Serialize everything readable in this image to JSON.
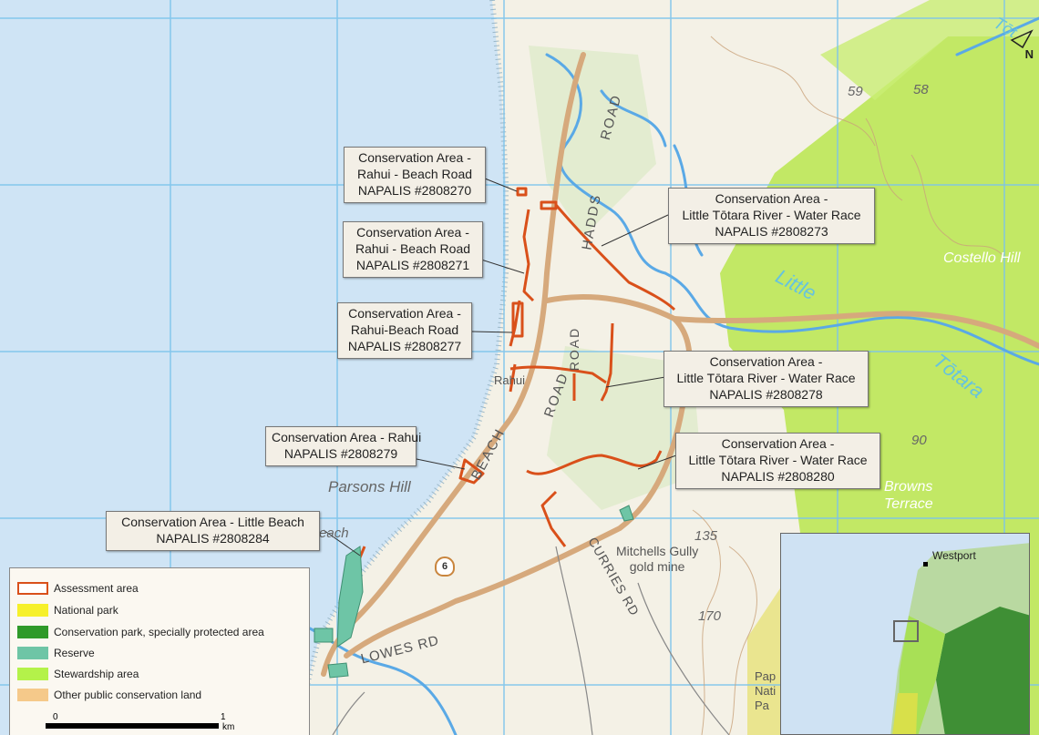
{
  "map_labels": {
    "road_beach": "BEACH",
    "road_beach2": "ROAD",
    "road_haddos": "HADDS",
    "road_haddos2": "ROAD",
    "road_road_vert": "ROAD",
    "road_curries": "CURRIES RD",
    "road_lowes": "LOWES RD",
    "highway": "6",
    "place_rahui": "Rahui",
    "place_parsons": "Parsons Hill",
    "place_beach": "Beach",
    "place_mitchells": "Mitchells Gully\ngold mine",
    "place_costello": "Costello Hill",
    "place_browns": "Browns\nTerrace",
    "river_little": "Little",
    "river_totara": "Tōtara",
    "river_tot_top": "Tōt",
    "elev_59": "59",
    "elev_58": "58",
    "elev_90": "90",
    "elev_135": "135",
    "elev_170": "170",
    "place_pap": "Pap\nNati\nPa",
    "north": "N"
  },
  "callouts": [
    {
      "line1": "Conservation Area -",
      "line2": "Rahui - Beach Road",
      "line3": "NAPALIS #2808270"
    },
    {
      "line1": "Conservation Area -",
      "line2": "Rahui - Beach Road",
      "line3": "NAPALIS #2808271"
    },
    {
      "line1": "Conservation Area -",
      "line2": "Rahui-Beach Road",
      "line3": "NAPALIS #2808277"
    },
    {
      "line1": "Conservation Area - Rahui",
      "line2": "NAPALIS #2808279"
    },
    {
      "line1": "Conservation Area - Little Beach",
      "line2": "NAPALIS #2808284"
    },
    {
      "line1": "Conservation Area -",
      "line2": "Little Tōtara River - Water Race",
      "line3": "NAPALIS #2808273"
    },
    {
      "line1": "Conservation Area -",
      "line2": "Little Tōtara River - Water Race",
      "line3": "NAPALIS #2808278"
    },
    {
      "line1": "Conservation Area -",
      "line2": "Little Tōtara River - Water Race",
      "line3": "NAPALIS #2808280"
    }
  ],
  "legend": {
    "items": [
      {
        "label": "Assessment area",
        "fill": "#ffffff",
        "stroke": "#d9501a"
      },
      {
        "label": "National park",
        "fill": "#f6f02a",
        "stroke": "#f6f02a"
      },
      {
        "label": "Conservation park, specially protected area",
        "fill": "#2f9a2a",
        "stroke": "#2f9a2a"
      },
      {
        "label": "Reserve",
        "fill": "#6ec5a6",
        "stroke": "#6ec5a6"
      },
      {
        "label": "Stewardship area",
        "fill": "#b4f24a",
        "stroke": "#b4f24a"
      },
      {
        "label": "Other public conservation land",
        "fill": "#f5c98a",
        "stroke": "#f5c98a"
      }
    ]
  },
  "scale": {
    "start": "0",
    "end": "1",
    "unit": "km"
  },
  "inset": {
    "town": "Westport"
  },
  "colors": {
    "sea": "#cfe4f5",
    "land": "#f4f1e6",
    "stewardship": "#b8e64e",
    "reserve": "#6ec5a6",
    "assessment": "#d9501a",
    "road": "#d6a97c",
    "river": "#5aa9e6",
    "grid": "#7cc3ec"
  }
}
